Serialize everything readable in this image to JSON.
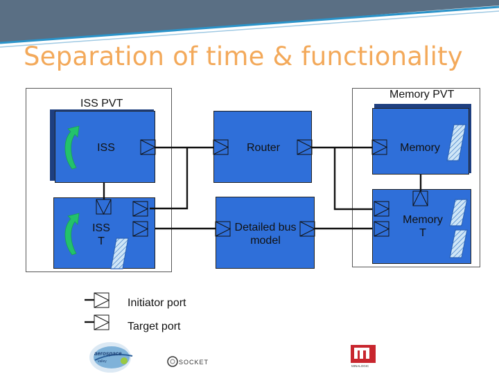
{
  "title": "Separation of time & functionality",
  "iss_pvt": {
    "label": "ISS PVT"
  },
  "memory_pvt": {
    "label": "Memory PVT"
  },
  "blocks": {
    "iss": "ISS",
    "router": "Router",
    "memory": "Memory",
    "iss_t_line1": "ISS",
    "iss_t_line2": "T",
    "bus_line1": "Detailed bus",
    "bus_line2": "model",
    "memory_t_line1": "Memory",
    "memory_t_line2": "T"
  },
  "legend": {
    "initiator": "Initiator port",
    "target": "Target port"
  },
  "logos": {
    "aerospace_main": "aerospace",
    "aerospace_sub": "valley",
    "socket": "SOCKET",
    "mi_sub": "MINALOGIC"
  },
  "colors": {
    "title": "#f3a95a",
    "block": "#2f6fd9",
    "arrow": "#23c26b",
    "tick_fill": "#cfe6f7",
    "tick_stroke": "#2a62b8"
  }
}
